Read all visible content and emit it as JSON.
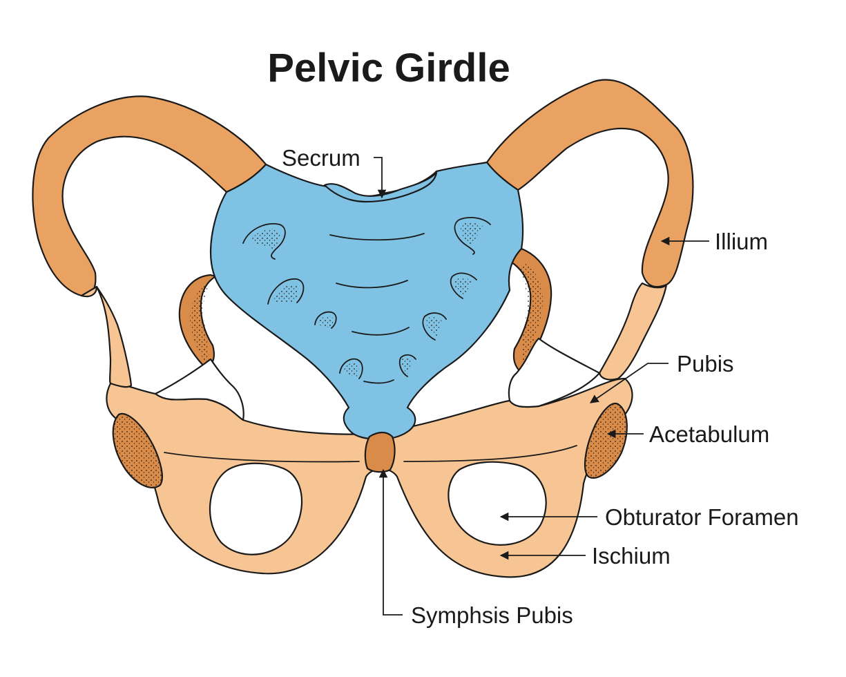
{
  "title": "Pelvic Girdle",
  "colors": {
    "background": "#ffffff",
    "bone_light": "#f7c593",
    "bone_dark": "#e9a262",
    "bone_shaded": "#d98c4a",
    "sacrum": "#80c2e4",
    "outline": "#1a1a1a"
  },
  "labels": {
    "secrum": "Secrum",
    "illium": "Illium",
    "pubis": "Pubis",
    "acetabulum": "Acetabulum",
    "obturator_foramen": "Obturator Foramen",
    "ischium": "Ischium",
    "symphsis_pubis": "Symphsis Pubis"
  }
}
